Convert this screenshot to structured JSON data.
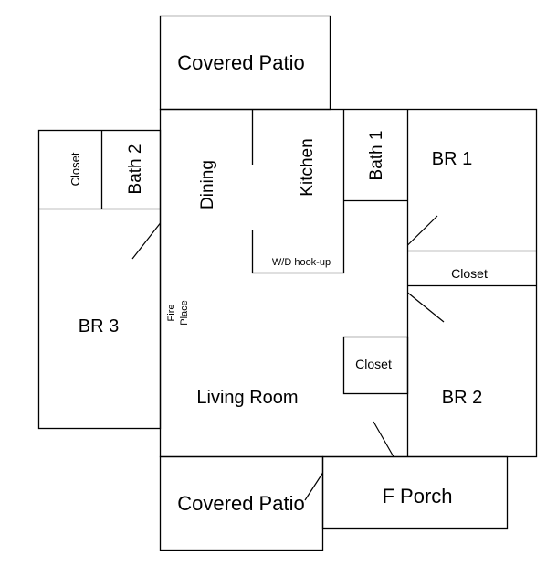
{
  "rooms": {
    "covered_patio_top": "Covered Patio",
    "covered_patio_bottom": "Covered Patio",
    "dining": "Dining",
    "kitchen": "Kitchen",
    "wd_hookup": "W/D hook-up",
    "bath_1": "Bath 1",
    "bath_2": "Bath 2",
    "closet_bath2": "Closet",
    "br_1": "BR 1",
    "closet_br1": "Closet",
    "br_2": "BR 2",
    "closet_living": "Closet",
    "br_3": "BR 3",
    "fireplace_line1": "Fire",
    "fireplace_line2": "Place",
    "living_room": "Living Room",
    "f_porch": "F Porch"
  }
}
